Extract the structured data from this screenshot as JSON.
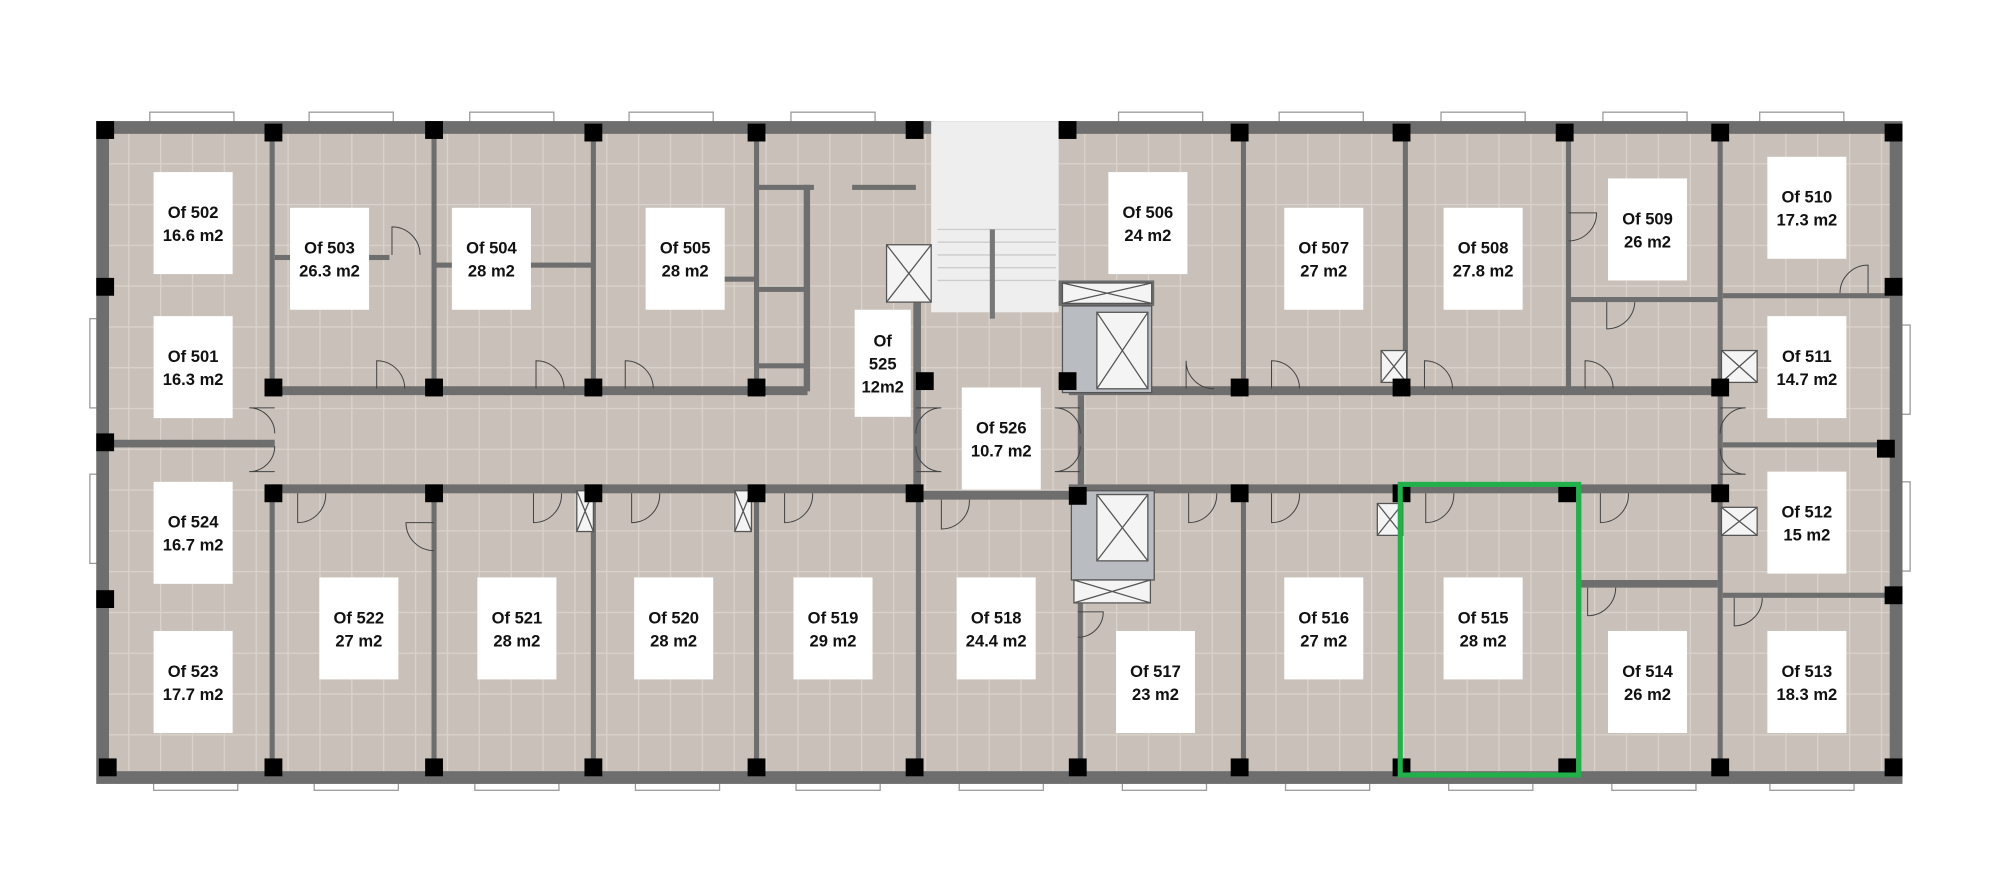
{
  "plan": {
    "highlight_color": "#22b04b",
    "highlighted_room": "Of 515",
    "rooms": [
      {
        "id": "502",
        "lines": [
          "Of 502",
          "16.6 m2"
        ]
      },
      {
        "id": "501",
        "lines": [
          "Of 501",
          "16.3 m2"
        ]
      },
      {
        "id": "503",
        "lines": [
          "Of 503",
          "26.3 m2"
        ]
      },
      {
        "id": "504",
        "lines": [
          "Of 504",
          "28 m2"
        ]
      },
      {
        "id": "505",
        "lines": [
          "Of 505",
          "28 m2"
        ]
      },
      {
        "id": "506",
        "lines": [
          "Of 506",
          "24 m2"
        ]
      },
      {
        "id": "507",
        "lines": [
          "Of 507",
          "27 m2"
        ]
      },
      {
        "id": "508",
        "lines": [
          "Of 508",
          "27.8 m2"
        ]
      },
      {
        "id": "509",
        "lines": [
          "Of 509",
          "26 m2"
        ]
      },
      {
        "id": "510",
        "lines": [
          "Of 510",
          "17.3 m2"
        ]
      },
      {
        "id": "511",
        "lines": [
          "Of 511",
          "14.7 m2"
        ]
      },
      {
        "id": "512",
        "lines": [
          "Of 512",
          "15 m2"
        ]
      },
      {
        "id": "513",
        "lines": [
          "Of 513",
          "18.3 m2"
        ]
      },
      {
        "id": "514",
        "lines": [
          "Of 514",
          "26 m2"
        ]
      },
      {
        "id": "515",
        "lines": [
          "Of 515",
          "28 m2"
        ]
      },
      {
        "id": "516",
        "lines": [
          "Of 516",
          "27 m2"
        ]
      },
      {
        "id": "517",
        "lines": [
          "Of 517",
          "23 m2"
        ]
      },
      {
        "id": "518",
        "lines": [
          "Of 518",
          "24.4 m2"
        ]
      },
      {
        "id": "519",
        "lines": [
          "Of 519",
          "29 m2"
        ]
      },
      {
        "id": "520",
        "lines": [
          "Of 520",
          "28 m2"
        ]
      },
      {
        "id": "521",
        "lines": [
          "Of 521",
          "28 m2"
        ]
      },
      {
        "id": "522",
        "lines": [
          "Of 522",
          "27 m2"
        ]
      },
      {
        "id": "523",
        "lines": [
          "Of 523",
          "17.7 m2"
        ]
      },
      {
        "id": "524",
        "lines": [
          "Of 524",
          "16.7 m2"
        ]
      },
      {
        "id": "525",
        "lines": [
          "Of",
          "525",
          "12m2"
        ]
      },
      {
        "id": "526",
        "lines": [
          "Of 526",
          "10.7 m2"
        ]
      }
    ]
  }
}
